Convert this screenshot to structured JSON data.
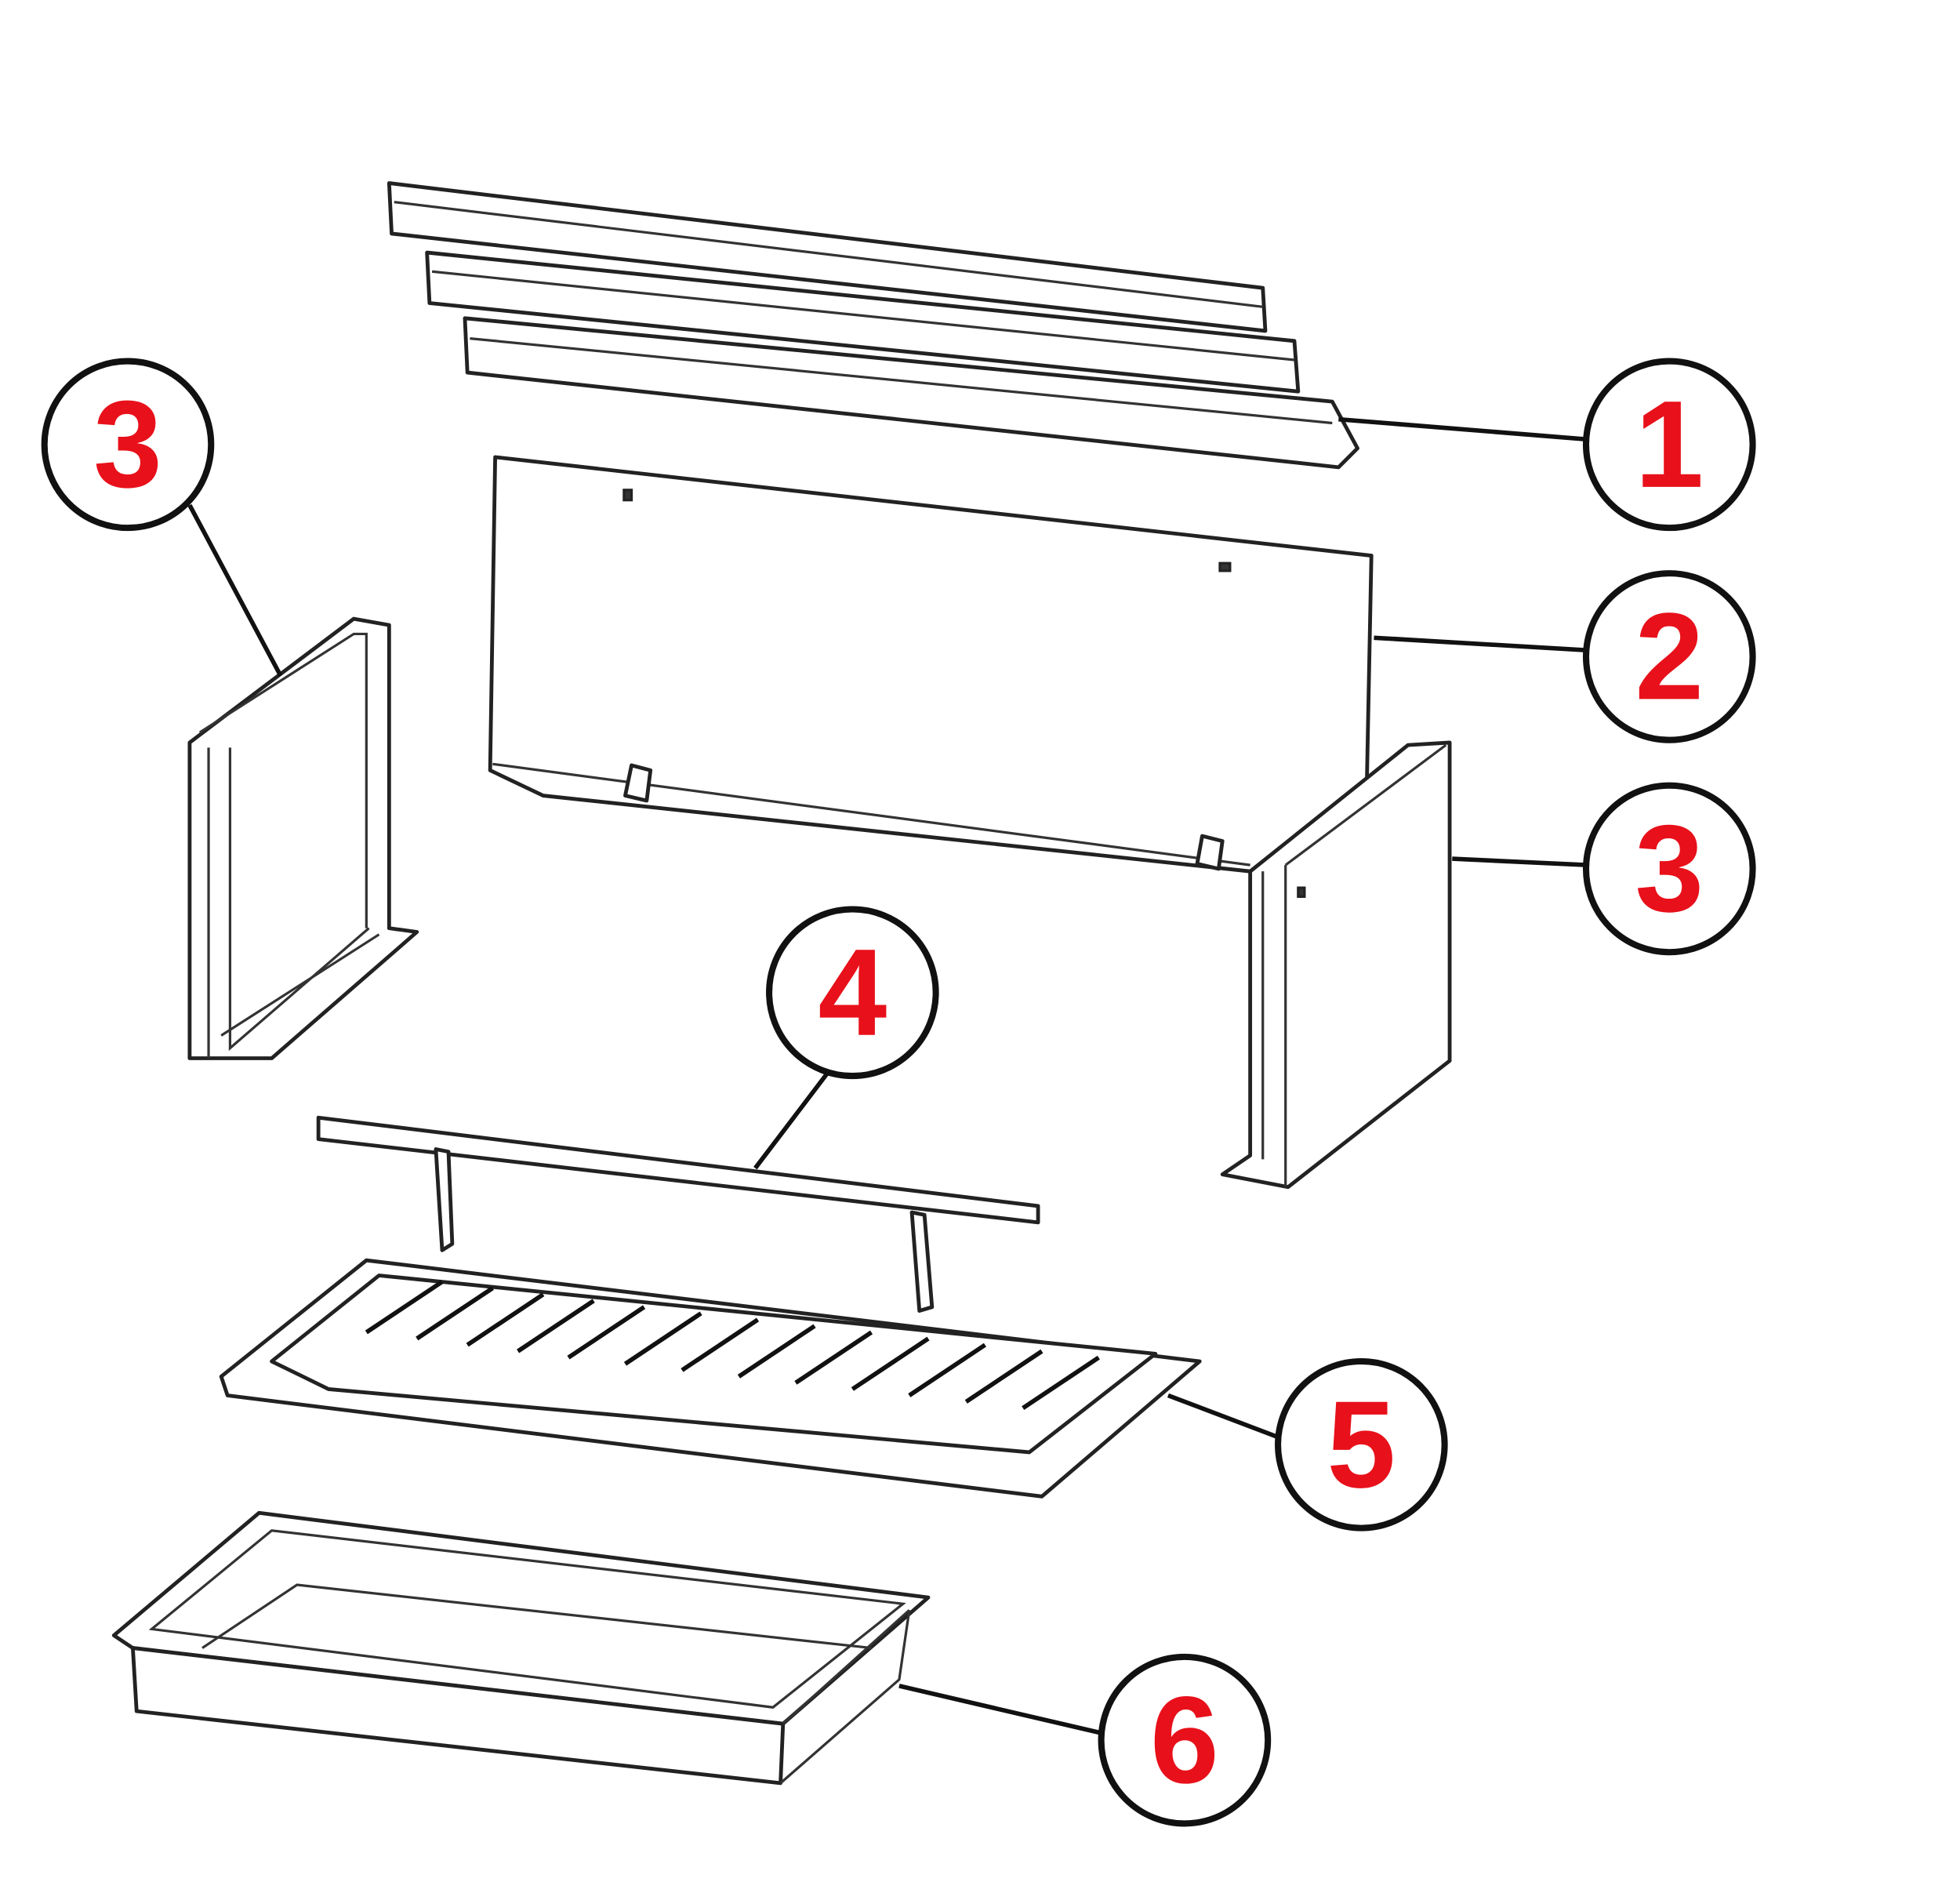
{
  "diagram": {
    "type": "exploded-parts-view",
    "callouts": [
      {
        "id": "1",
        "label": "1"
      },
      {
        "id": "2",
        "label": "2"
      },
      {
        "id": "3a",
        "label": "3"
      },
      {
        "id": "3b",
        "label": "3"
      },
      {
        "id": "4",
        "label": "4"
      },
      {
        "id": "5",
        "label": "5"
      },
      {
        "id": "6",
        "label": "6"
      }
    ],
    "colors": {
      "callout_text": "#e8101a",
      "line": "#222222"
    }
  }
}
